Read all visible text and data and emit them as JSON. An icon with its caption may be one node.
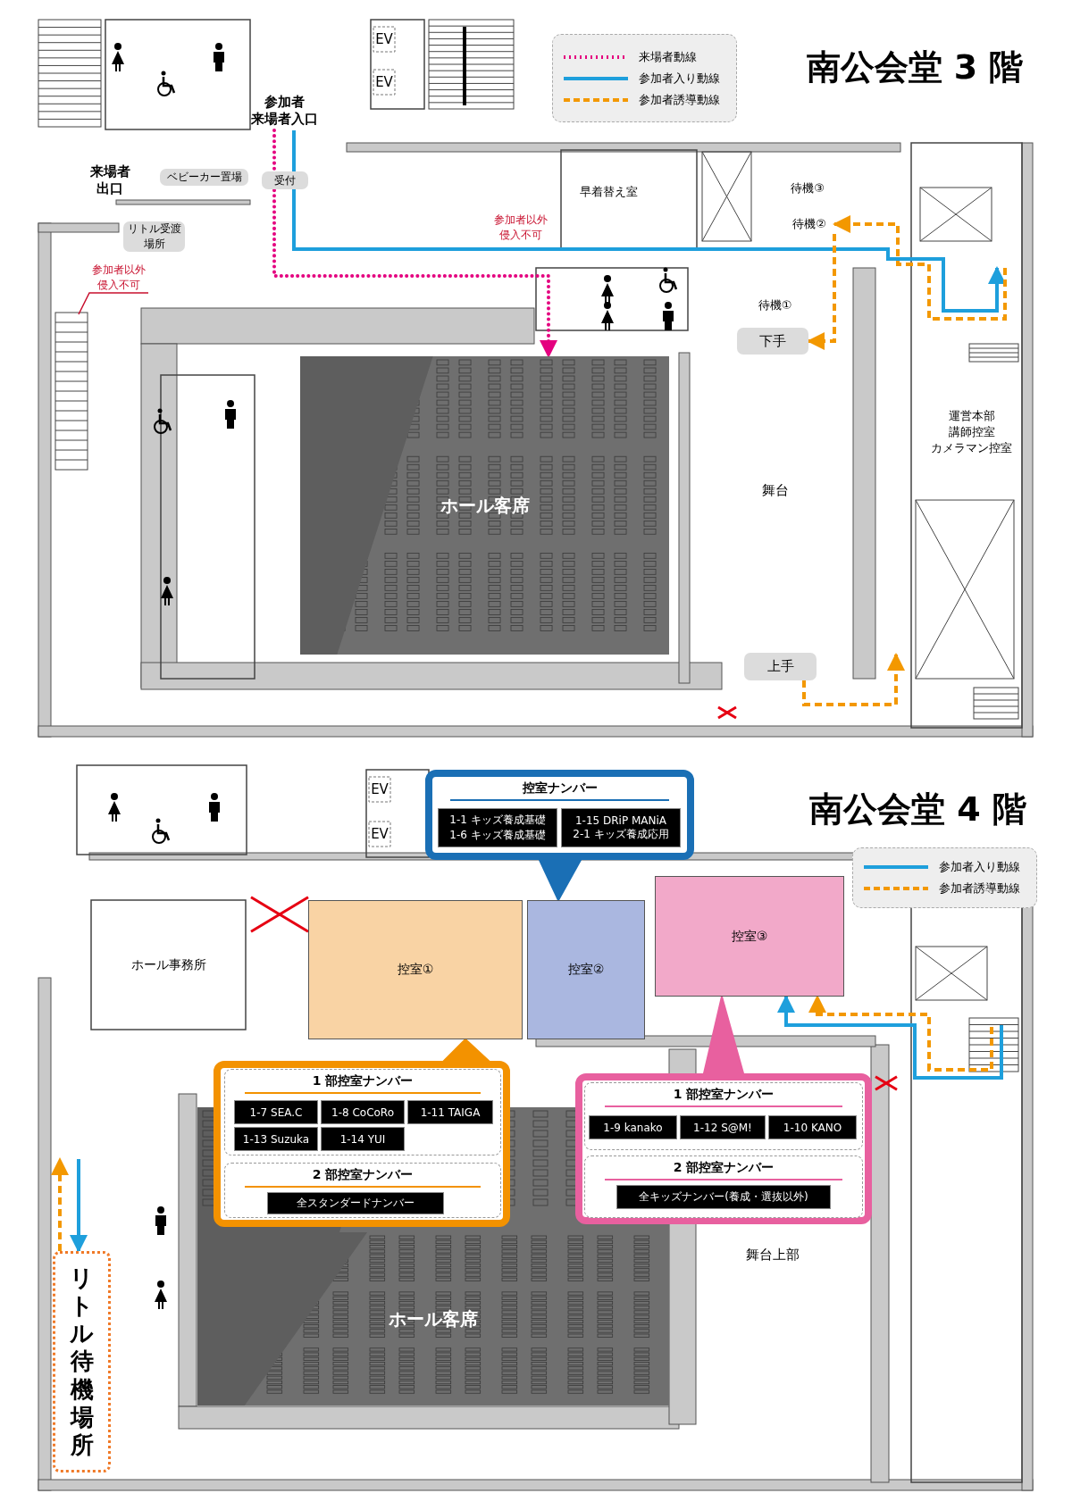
{
  "diagram": {
    "nodes": [
      {
        "text": [
          "参加者",
          "来場者入口"
        ]
      },
      {
        "text": [
          "受付"
        ]
      },
      {
        "text": [
          "来場者出口"
        ]
      },
      {
        "text": [
          "ベビーカー置場"
        ]
      },
      {
        "text": [
          "リトル受渡場所"
        ]
      },
      {
        "text": [
          "参加者以外侵入不可"
        ]
      },
      {
        "text": [
          "早着替え室"
        ]
      },
      {
        "text": [
          "待機③"
        ]
      },
      {
        "text": [
          "待機②"
        ]
      },
      {
        "text": [
          "参加者以外侵入不可"
        ]
      },
      {
        "text": [
          "待機①"
        ]
      },
      {
        "text": [
          "下手"
        ]
      },
      {
        "text": [
          "ホール客席"
        ]
      },
      {
        "text": [
          "運営本部",
          "講師控室",
          "カメラマン控室"
        ]
      },
      {
        "text": [
          "舞台"
        ]
      },
      {
        "text": [
          "上手"
        ]
      },
      {
        "text": [
          "ホール事務所"
        ]
      },
      {
        "text": [
          "控室①"
        ]
      },
      {
        "text": [
          "控室②"
        ]
      },
      {
        "text": [
          "控室③"
        ]
      },
      {
        "text": [
          "控室ナンバー"
        ]
      },
      {
        "text": [
          "1-1 キッズ養成基礎",
          "1-6 キッズ養成基礎"
        ],
        "in": 20
      },
      {
        "text": [
          "1-15 DRiP MANiA",
          "2-1 キッズ養成応用"
        ],
        "in": 20
      },
      {
        "text": [],
        "shape": "box"
      },
      {
        "text": [
          "1 部控室ナンバー"
        ],
        "in": 23
      },
      {
        "text": [
          "1-7 SEA.C"
        ],
        "in": 24
      },
      {
        "text": [
          "1-8 CoCoRo"
        ],
        "in": 24
      },
      {
        "text": [
          "1-11 TAIGA"
        ],
        "in": 24
      },
      {
        "text": [
          "1-13 Suzuka"
        ],
        "in": 24
      },
      {
        "text": [
          "1-14 YUI"
        ],
        "in": 24
      },
      {
        "text": [
          "2 部控室ナンバー"
        ],
        "in": 23
      },
      {
        "text": [
          "全スタンダードナンバー"
        ],
        "in": 30
      },
      {
        "text": [],
        "shape": "box"
      },
      {
        "text": [
          "1 部控室ナンバー"
        ],
        "in": 32
      },
      {
        "text": [
          "1-9 kanako"
        ],
        "in": 33
      },
      {
        "text": [
          "1-12 S@M!"
        ],
        "in": 33
      },
      {
        "text": [
          "1-10 KANO"
        ],
        "in": 33
      },
      {
        "text": [
          "2 部控室ナンバー"
        ],
        "in": 32
      },
      {
        "text": [
          "全キッズナンバー(養成・選抜以外)"
        ],
        "in": 37
      },
      {
        "text": [
          "ホール客席"
        ]
      },
      {
        "text": [
          "舞台上部"
        ]
      },
      {
        "text": [
          "リトル待機場所"
        ]
      }
    ],
    "edges": [
      {
        "from": 0,
        "to": 12,
        "arrow": "to",
        "style": "dashed",
        "color": "#e4007f"
      },
      {
        "from": 0,
        "to": null,
        "arrow": "to",
        "color": "#1e9fdc"
      },
      {
        "from": null,
        "to": 8,
        "arrow": "to",
        "style": "dashed",
        "color": "#f39800"
      },
      {
        "from": 8,
        "to": 11,
        "arrow": "to",
        "style": "dashed",
        "color": "#f39800"
      },
      {
        "from": 15,
        "to": null,
        "arrow": "to",
        "style": "dashed",
        "color": "#f39800"
      },
      {
        "from": 5,
        "to": null,
        "arrow": "none",
        "color": "#c8102e"
      },
      {
        "from": 20,
        "to": 18,
        "arrow": "to",
        "color": "#1a6fb5"
      },
      {
        "from": 23,
        "to": 17,
        "arrow": "to",
        "color": "#f39200"
      },
      {
        "from": 32,
        "to": 19,
        "arrow": "to",
        "color": "#e8609f"
      },
      {
        "from": null,
        "to": 19,
        "arrow": "to",
        "color": "#1e9fdc"
      },
      {
        "from": null,
        "to": 19,
        "arrow": "to",
        "style": "dashed",
        "color": "#f39800"
      },
      {
        "from": 41,
        "to": null,
        "arrow": "to",
        "style": "dashed",
        "color": "#f39800"
      },
      {
        "from": null,
        "to": 41,
        "arrow": "to",
        "color": "#1e9fdc"
      }
    ],
    "labels": [
      "南公会堂 3 階",
      "EV",
      "EV",
      "南公会堂 4 階",
      "EV",
      "EV"
    ],
    "legend": [
      {
        "text": "来場者動線"
      },
      {
        "text": "参加者入り動線"
      },
      {
        "text": "参加者誘導動線"
      },
      {
        "text": "参加者入り動線"
      },
      {
        "text": "参加者誘導動線"
      }
    ]
  }
}
